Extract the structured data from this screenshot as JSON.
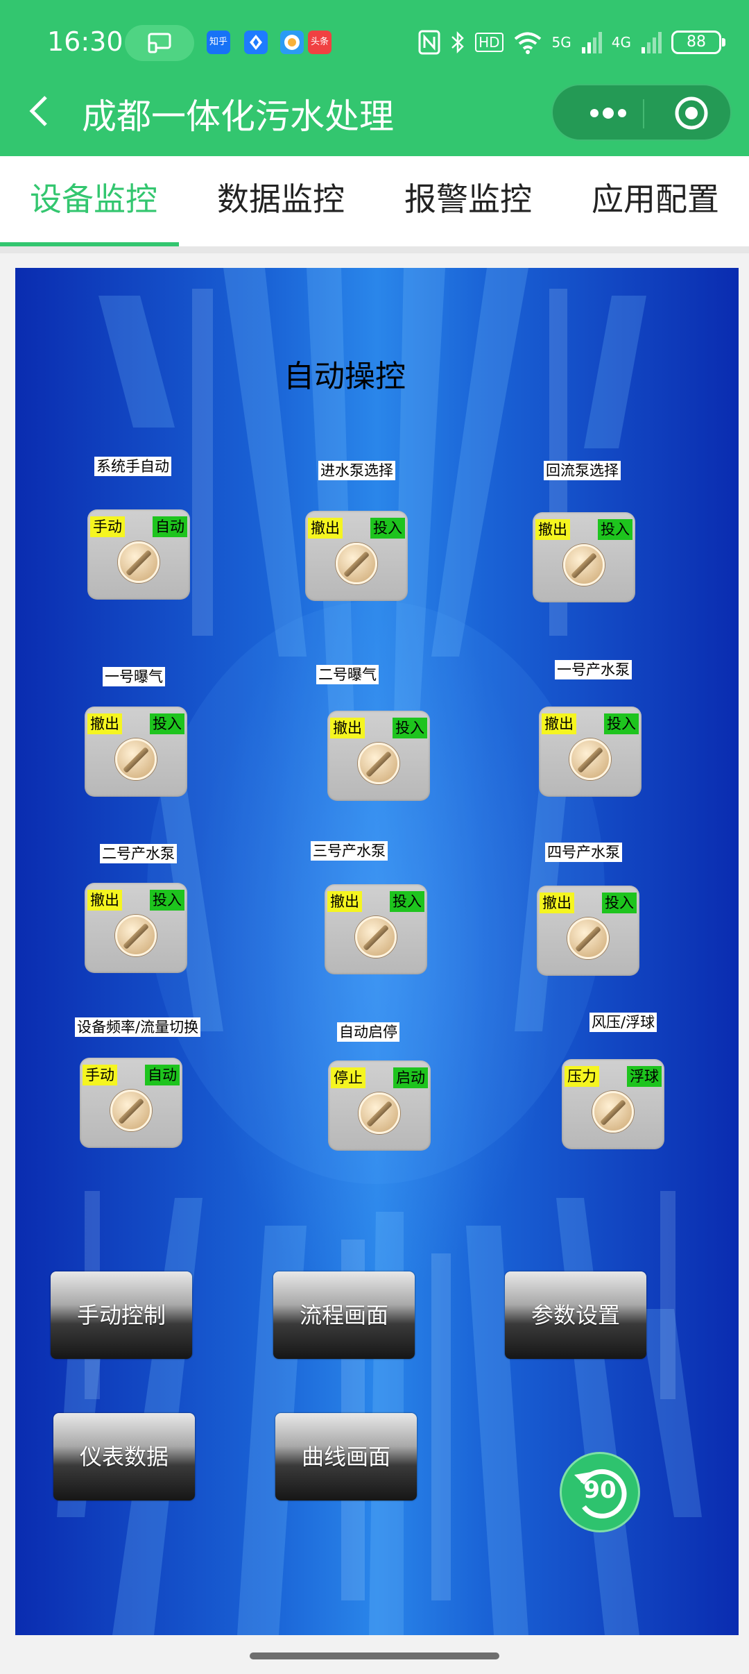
{
  "status": {
    "time": "16:30",
    "apps": [
      {
        "name": "zhihu-icon",
        "text": "知乎",
        "color": "#1772f6"
      },
      {
        "name": "diamond-app-icon",
        "text": "",
        "color": "#1e7bff"
      },
      {
        "name": "browser-app-icon",
        "text": "",
        "color": "#2b9bf4"
      },
      {
        "name": "toutiao-icon",
        "text": "头条",
        "color": "#f04142"
      }
    ],
    "hd": "HD",
    "net5g": "5G",
    "net4g": "4G",
    "battery": "88"
  },
  "header": {
    "title": "成都一体化污水处理"
  },
  "tabs": [
    {
      "label": "设备监控",
      "active": true
    },
    {
      "label": "数据监控",
      "active": false
    },
    {
      "label": "报警监控",
      "active": false
    },
    {
      "label": "应用配置",
      "active": false
    }
  ],
  "panel": {
    "title": "自动操控",
    "switches": [
      {
        "label": "系统手自动",
        "left": "手动",
        "right": "自动"
      },
      {
        "label": "进水泵选择",
        "left": "撤出",
        "right": "投入"
      },
      {
        "label": "回流泵选择",
        "left": "撤出",
        "right": "投入"
      },
      {
        "label": "一号曝气",
        "left": "撤出",
        "right": "投入"
      },
      {
        "label": "二号曝气",
        "left": "撤出",
        "right": "投入"
      },
      {
        "label": "一号产水泵",
        "left": "撤出",
        "right": "投入"
      },
      {
        "label": "二号产水泵",
        "left": "撤出",
        "right": "投入"
      },
      {
        "label": "三号产水泵",
        "left": "撤出",
        "right": "投入"
      },
      {
        "label": "四号产水泵",
        "left": "撤出",
        "right": "投入"
      },
      {
        "label": "设备频率/流量切换",
        "left": "手动",
        "right": "自动"
      },
      {
        "label": "自动启停",
        "left": "停止",
        "right": "启动"
      },
      {
        "label": "风压/浮球",
        "left": "压力",
        "right": "浮球"
      }
    ],
    "buttons": [
      {
        "label": "手动控制"
      },
      {
        "label": "流程画面"
      },
      {
        "label": "参数设置"
      },
      {
        "label": "仪表数据"
      },
      {
        "label": "曲线画面"
      }
    ],
    "fab": "90"
  }
}
